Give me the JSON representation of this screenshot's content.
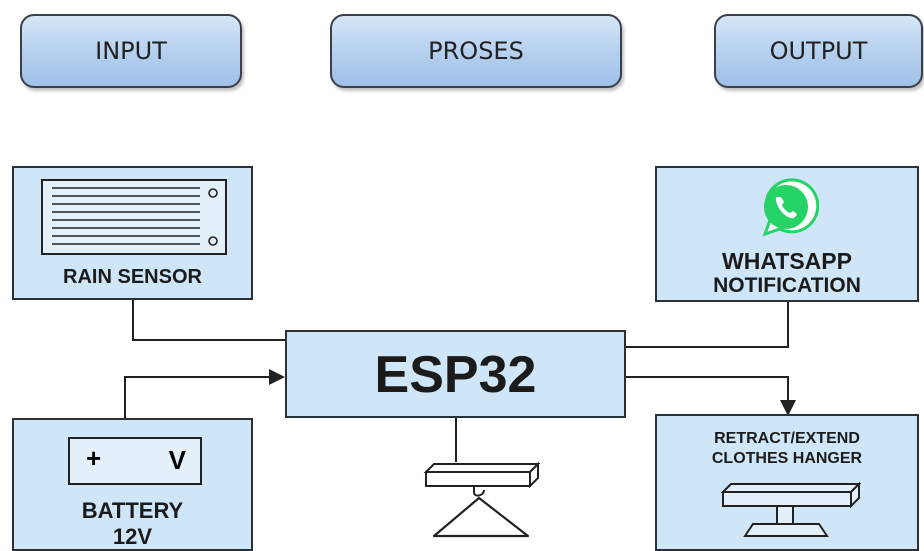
{
  "headers": {
    "input": "INPUT",
    "process": "PROSES",
    "output": "OUTPUT"
  },
  "blocks": {
    "rain_sensor": "RAIN SENSOR",
    "battery_line1": "BATTERY",
    "battery_line2": "12V",
    "battery_plus": "+",
    "battery_v": "V",
    "esp32": "ESP32",
    "whatsapp_line1": "WHATSAPP",
    "whatsapp_line2": "NOTIFICATION",
    "hanger_line1": "RETRACT/EXTEND",
    "hanger_line2": "CLOTHES HANGER"
  },
  "colors": {
    "box_fill": "#cfe6f8",
    "header_fill": "#b3cfee",
    "whatsapp_green": "#25d366"
  }
}
